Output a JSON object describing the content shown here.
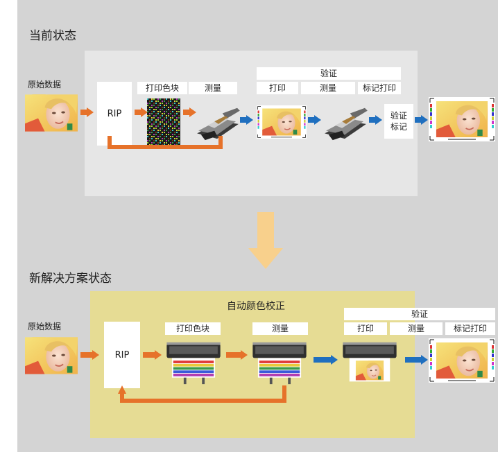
{
  "sections": {
    "current": {
      "title": "当前状态",
      "source_label": "原始数据",
      "rip": "RIP",
      "steps": {
        "print_patches": "打印色块",
        "measure": "测量"
      },
      "verify": {
        "header": "验证",
        "print": "打印",
        "measure": "测量",
        "label_print": "标记打印",
        "mark_line1": "验证",
        "mark_line2": "标记"
      }
    },
    "new": {
      "title": "新解决方案状态",
      "auto_title": "自动颜色校正",
      "source_label": "原始数据",
      "rip": "RIP",
      "steps": {
        "print_patches": "打印色块",
        "measure": "测量"
      },
      "verify": {
        "header": "验证",
        "print": "打印",
        "measure": "测量",
        "label_print": "标记打印"
      }
    }
  },
  "colors": {
    "orange": "#e6722a",
    "blue": "#1f6fbf",
    "peach": "#f8d08c",
    "gray_box": "#e6e6e6",
    "yellow_box": "#e6dc94",
    "panel": "#d4d4d4"
  },
  "icons": [
    "face-photo-icon",
    "color-chart-icon",
    "spectrophotometer-icon",
    "large-format-printer-icon"
  ]
}
